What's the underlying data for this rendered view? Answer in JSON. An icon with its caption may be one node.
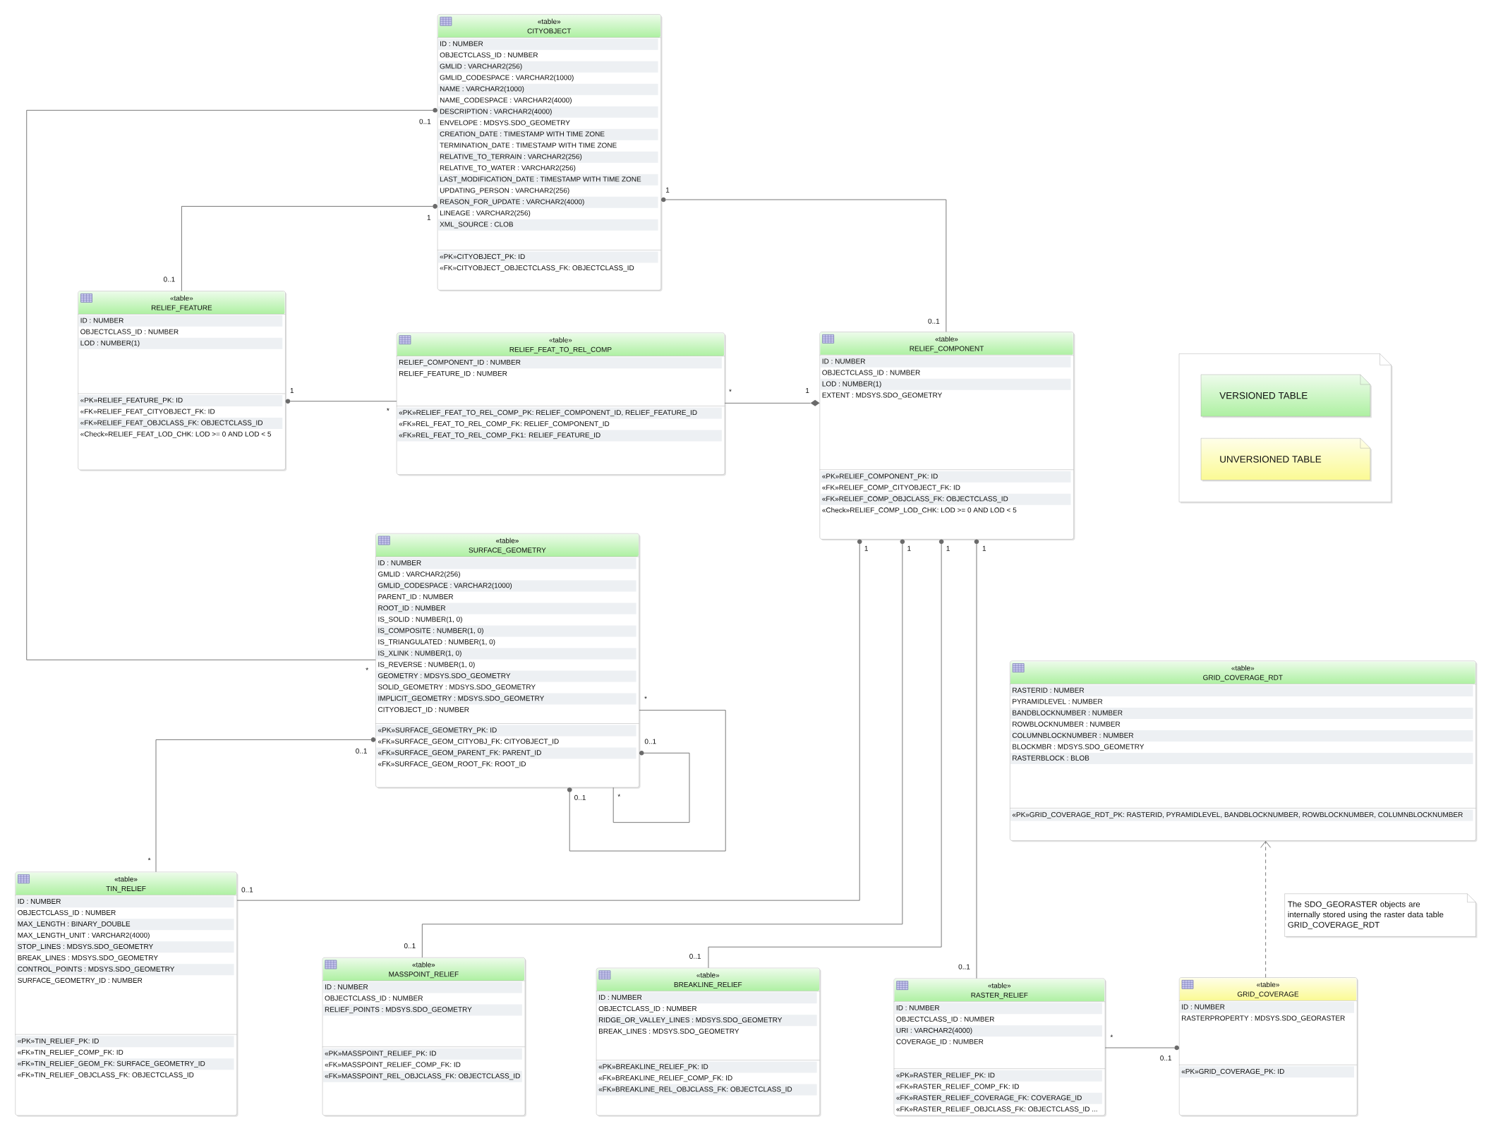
{
  "diagram": {
    "nodes": [
      {
        "text": [
          "«table»",
          "CITYOBJECT",
          "ID : NUMBER",
          "OBJECTCLASS_ID : NUMBER",
          "GMLID : VARCHAR2(256)",
          "GMLID_CODESPACE : VARCHAR2(1000)",
          "NAME : VARCHAR2(1000)",
          "NAME_CODESPACE : VARCHAR2(4000)",
          "DESCRIPTION : VARCHAR2(4000)",
          "ENVELOPE : MDSYS.SDO_GEOMETRY",
          "CREATION_DATE : TIMESTAMP WITH TIME ZONE",
          "TERMINATION_DATE : TIMESTAMP WITH TIME ZONE",
          "RELATIVE_TO_TERRAIN : VARCHAR2(256)",
          "RELATIVE_TO_WATER : VARCHAR2(256)",
          "LAST_MODIFICATION_DATE : TIMESTAMP WITH TIME ZONE",
          "UPDATING_PERSON : VARCHAR2(256)",
          "REASON_FOR_UPDATE : VARCHAR2(4000)",
          "LINEAGE : VARCHAR2(256)",
          "XML_SOURCE : CLOB",
          "«PK»CITYOBJECT_PK: ID",
          "«FK»CITYOBJECT_OBJECTCLASS_FK: OBJECTCLASS_ID"
        ]
      },
      {
        "text": [
          "«table»",
          "RELIEF_FEATURE",
          "ID : NUMBER",
          "OBJECTCLASS_ID : NUMBER",
          "LOD : NUMBER(1)",
          "«PK»RELIEF_FEATURE_PK: ID",
          "«FK»RELIEF_FEAT_CITYOBJECT_FK: ID",
          "«FK»RELIEF_FEAT_OBJCLASS_FK: OBJECTCLASS_ID",
          "«Check»RELIEF_FEAT_LOD_CHK: LOD >= 0 AND LOD < 5"
        ]
      },
      {
        "text": [
          "«table»",
          "RELIEF_FEAT_TO_REL_COMP",
          "RELIEF_COMPONENT_ID : NUMBER",
          "RELIEF_FEATURE_ID : NUMBER",
          "«PK»RELIEF_FEAT_TO_REL_COMP_PK: RELIEF_COMPONENT_ID, RELIEF_FEATURE_ID",
          "«FK»REL_FEAT_TO_REL_COMP_FK: RELIEF_COMPONENT_ID",
          "«FK»REL_FEAT_TO_REL_COMP_FK1: RELIEF_FEATURE_ID"
        ]
      },
      {
        "text": [
          "«table»",
          "RELIEF_COMPONENT",
          "ID : NUMBER",
          "OBJECTCLASS_ID : NUMBER",
          "LOD : NUMBER(1)",
          "EXTENT : MDSYS.SDO_GEOMETRY",
          "«PK»RELIEF_COMPONENT_PK: ID",
          "«FK»RELIEF_COMP_CITYOBJECT_FK: ID",
          "«FK»RELIEF_COMP_OBJCLASS_FK: OBJECTCLASS_ID",
          "«Check»RELIEF_COMP_LOD_CHK: LOD >= 0 AND LOD < 5"
        ]
      },
      {
        "text": [
          "«table»",
          "SURFACE_GEOMETRY",
          "ID : NUMBER",
          "GMLID : VARCHAR2(256)",
          "GMLID_CODESPACE : VARCHAR2(1000)",
          "PARENT_ID : NUMBER",
          "ROOT_ID : NUMBER",
          "IS_SOLID : NUMBER(1, 0)",
          "IS_COMPOSITE : NUMBER(1, 0)",
          "IS_TRIANGULATED : NUMBER(1, 0)",
          "IS_XLINK : NUMBER(1, 0)",
          "IS_REVERSE : NUMBER(1, 0)",
          "GEOMETRY : MDSYS.SDO_GEOMETRY",
          "SOLID_GEOMETRY : MDSYS.SDO_GEOMETRY",
          "IMPLICIT_GEOMETRY : MDSYS.SDO_GEOMETRY",
          "CITYOBJECT_ID : NUMBER",
          "«PK»SURFACE_GEOMETRY_PK: ID",
          "«FK»SURFACE_GEOM_CITYOBJ_FK: CITYOBJECT_ID",
          "«FK»SURFACE_GEOM_PARENT_FK: PARENT_ID",
          "«FK»SURFACE_GEOM_ROOT_FK: ROOT_ID"
        ]
      },
      {
        "text": [
          "«table»",
          "GRID_COVERAGE_RDT",
          "RASTERID : NUMBER",
          "PYRAMIDLEVEL : NUMBER",
          "BANDBLOCKNUMBER : NUMBER",
          "ROWBLOCKNUMBER : NUMBER",
          "COLUMNBLOCKNUMBER : NUMBER",
          "BLOCKMBR : MDSYS.SDO_GEOMETRY",
          "RASTERBLOCK : BLOB",
          "«PK»GRID_COVERAGE_RDT_PK: RASTERID, PYRAMIDLEVEL, BANDBLOCKNUMBER, ROWBLOCKNUMBER, COLUMNBLOCKNUMBER"
        ]
      },
      {
        "text": [
          "The SDO_GEORASTER objects are internally stored using the raster data table GRID_COVERAGE_RDT"
        ]
      },
      {
        "text": [
          "«table»",
          "TIN_RELIEF",
          "ID : NUMBER",
          "OBJECTCLASS_ID : NUMBER",
          "MAX_LENGTH : BINARY_DOUBLE",
          "MAX_LENGTH_UNIT : VARCHAR2(4000)",
          "STOP_LINES : MDSYS.SDO_GEOMETRY",
          "BREAK_LINES : MDSYS.SDO_GEOMETRY",
          "CONTROL_POINTS : MDSYS.SDO_GEOMETRY",
          "SURFACE_GEOMETRY_ID : NUMBER",
          "«PK»TIN_RELIEF_PK: ID",
          "«FK»TIN_RELIEF_COMP_FK: ID",
          "«FK»TIN_RELIEF_GEOM_FK: SURFACE_GEOMETRY_ID",
          "«FK»TIN_RELIEF_OBJCLASS_FK: OBJECTCLASS_ID"
        ]
      },
      {
        "text": [
          "«table»",
          "MASSPOINT_RELIEF",
          "ID : NUMBER",
          "OBJECTCLASS_ID : NUMBER",
          "RELIEF_POINTS : MDSYS.SDO_GEOMETRY",
          "«PK»MASSPOINT_RELIEF_PK: ID",
          "«FK»MASSPOINT_RELIEF_COMP_FK: ID",
          "«FK»MASSPOINT_REL_OBJCLASS_FK: OBJECTCLASS_ID"
        ]
      },
      {
        "text": [
          "«table»",
          "BREAKLINE_RELIEF",
          "ID : NUMBER",
          "OBJECTCLASS_ID : NUMBER",
          "RIDGE_OR_VALLEY_LINES : MDSYS.SDO_GEOMETRY",
          "BREAK_LINES : MDSYS.SDO_GEOMETRY",
          "«PK»BREAKLINE_RELIEF_PK: ID",
          "«FK»BREAKLINE_RELIEF_COMP_FK: ID",
          "«FK»BREAKLINE_REL_OBJCLASS_FK: OBJECTCLASS_ID"
        ]
      },
      {
        "text": [
          "«table»",
          "RASTER_RELIEF",
          "ID : NUMBER",
          "OBJECTCLASS_ID : NUMBER",
          "URI : VARCHAR2(4000)",
          "COVERAGE_ID : NUMBER",
          "«PK»RASTER_RELIEF_PK: ID",
          "«FK»RASTER_RELIEF_COMP_FK: ID",
          "«FK»RASTER_RELIEF_COVERAGE_FK: COVERAGE_ID",
          "«FK»RASTER_RELIEF_OBJCLASS_FK: OBJECTCLASS_ID ..."
        ]
      },
      {
        "text": [
          "«table»",
          "GRID_COVERAGE",
          "ID : NUMBER",
          "RASTERPROPERTY : MDSYS.SDO_GEORASTER",
          "«PK»GRID_COVERAGE_PK: ID"
        ]
      }
    ],
    "edges": [
      {
        "from": 4,
        "to": 0,
        "arrow": "other"
      },
      {
        "from": 1,
        "to": 0,
        "arrow": "other"
      },
      {
        "from": 3,
        "to": 0,
        "arrow": "other"
      },
      {
        "from": 2,
        "to": 1,
        "arrow": "other"
      },
      {
        "from": 2,
        "to": 3,
        "arrow": "other"
      },
      {
        "from": 7,
        "to": 4,
        "arrow": "other"
      },
      {
        "from": 4,
        "to": 4,
        "arrow": "other"
      },
      {
        "from": 4,
        "to": 4,
        "arrow": "other"
      },
      {
        "from": 7,
        "to": 3,
        "arrow": "other"
      },
      {
        "from": 8,
        "to": 3,
        "arrow": "other"
      },
      {
        "from": 9,
        "to": 3,
        "arrow": "other"
      },
      {
        "from": 10,
        "to": 3,
        "arrow": "other"
      },
      {
        "from": 10,
        "to": 11,
        "arrow": "other"
      },
      {
        "from": 11,
        "to": 5,
        "arrow": "to",
        "style": "dashed"
      }
    ],
    "labels": [
      "0..1",
      "*",
      "1",
      "0..1",
      "1",
      "0..1",
      "1",
      "*",
      "1",
      "*",
      "0..1",
      "*",
      "0..1",
      "*",
      "0..1",
      "*",
      "1",
      "0..1",
      "1",
      "0..1",
      "1",
      "0..1",
      "1",
      "0..1",
      "0..1",
      "*"
    ],
    "legend": [
      {
        "text": "VERSIONED TABLE",
        "color": "#aef0a2"
      },
      {
        "text": "UNVERSIONED TABLE",
        "color": "#fbfa94"
      }
    ]
  }
}
